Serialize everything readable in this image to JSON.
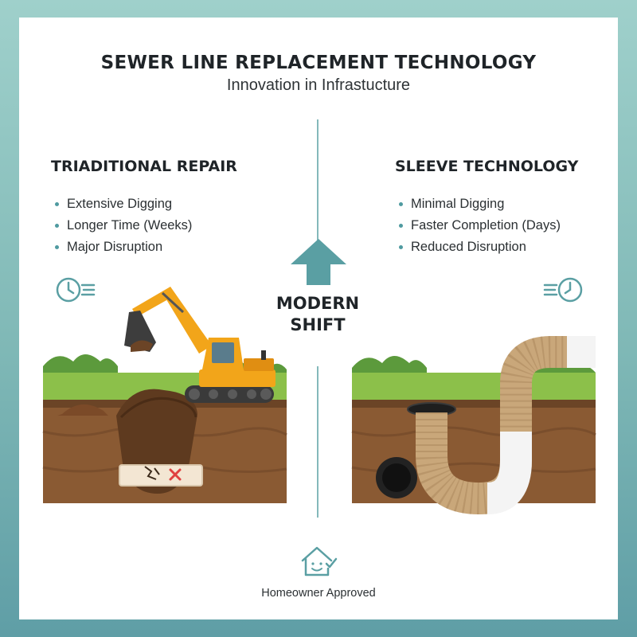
{
  "header": {
    "title": "SEWER LINE REPLACEMENT TECHNOLOGY",
    "subtitle": "Innovation in Infrastucture"
  },
  "left": {
    "heading": "TRIADITIONAL REPAIR",
    "bullets": [
      "Extensive Digging",
      "Longer Time (Weeks)",
      "Major Disruption"
    ]
  },
  "right": {
    "heading": "SLEEVE TECHNOLOGY",
    "bullets": [
      "Minimal Digging",
      "Faster Completion (Days)",
      "Reduced Disruption"
    ]
  },
  "center": {
    "label_line1": "MODERN",
    "label_line2": "SHIFT"
  },
  "footer": {
    "label": "Homeowner Approved"
  },
  "colors": {
    "teal": "#5a9fa3",
    "excavator": "#f2a51a",
    "soil": "#8a5a33",
    "grass": "#8cc04a",
    "sleeve": "#c9a77a",
    "error": "#e04040"
  },
  "icons": {
    "left_clock": "clock-icon",
    "right_clock": "clock-icon",
    "arrow": "up-arrow-icon",
    "house": "house-smile-icon"
  }
}
